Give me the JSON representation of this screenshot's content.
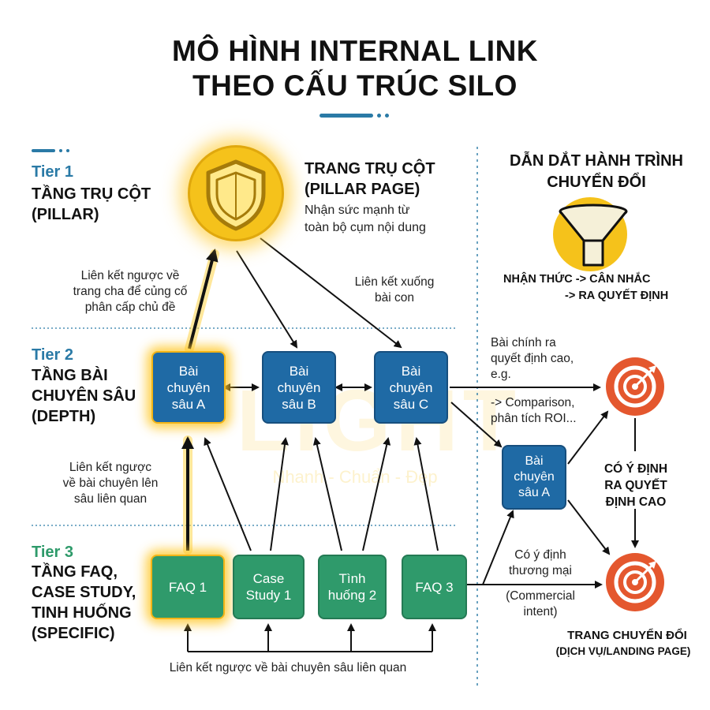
{
  "title": {
    "line1": "MÔ HÌNH INTERNAL LINK",
    "line2": "THEO CẤU TRÚC SILO"
  },
  "watermark": {
    "brand": "LIGHT",
    "tagline": "Nhanh - Chuẩn - Đẹp"
  },
  "tiers": [
    {
      "num": "Tier 1",
      "name_lines": [
        "TẦNG TRỤ CỘT",
        "(PILLAR)"
      ]
    },
    {
      "num": "Tier 2",
      "name_lines": [
        "TẦNG BÀI",
        "CHUYÊN SÂU",
        "(DEPTH)"
      ]
    },
    {
      "num": "Tier 3",
      "name_lines": [
        "TẦNG FAQ,",
        "CASE STUDY,",
        "TINH HUỐNG",
        "(SPECIFIC)"
      ]
    }
  ],
  "pillar": {
    "icon": "shield-icon",
    "title_lines": [
      "TRANG TRỤ CỘT",
      "(PILLAR PAGE)"
    ],
    "desc_lines": [
      "Nhận sức mạnh từ",
      "toàn bộ cụm nội dung"
    ]
  },
  "notes": {
    "back_to_pillar": [
      "Liên kết ngược về",
      "trang cha để củng cố",
      "phân cấp chủ đề"
    ],
    "down_links": [
      "Liên kết xuống",
      "bài con"
    ],
    "back_to_depth": [
      "Liên kết ngược",
      "về bài chuyên lên",
      "sâu liên quan"
    ],
    "bottom": "Liên kết ngược về bài chuyên sâu liên quan"
  },
  "depth_boxes": [
    {
      "lines": [
        "Bài",
        "chuyên",
        "sâu A"
      ]
    },
    {
      "lines": [
        "Bài",
        "chuyên",
        "sâu B"
      ]
    },
    {
      "lines": [
        "Bài",
        "chuyên",
        "sâu C"
      ]
    }
  ],
  "specific_boxes": [
    {
      "lines": [
        "FAQ 1"
      ]
    },
    {
      "lines": [
        "Case",
        "Study 1"
      ]
    },
    {
      "lines": [
        "Tình",
        "huống 2"
      ]
    },
    {
      "lines": [
        "FAQ 3"
      ]
    }
  ],
  "conversion": {
    "heading_lines": [
      "DẪN DẮT HÀNH TRÌNH",
      "CHUYỂN ĐỔI"
    ],
    "funnel_icon": "funnel-icon",
    "funnel_lines": [
      "NHẬN THỨC -> CÂN NHẮC",
      "-> RA QUYẾT ĐỊNH"
    ],
    "note_top": [
      "Bài chính ra",
      "quyết định cao,",
      "e.g.",
      "",
      "-> Comparison,",
      "phân tích ROI..."
    ],
    "mid_box_lines": [
      "Bài",
      "chuyên",
      "sâu A"
    ],
    "intent_high": [
      "CÓ Ý ĐỊNH",
      "RA QUYẾT",
      "ĐỊNH CAO"
    ],
    "note_commercial": [
      "Có ý định",
      "thương mại"
    ],
    "note_commercial_en": [
      "(Commercial",
      "intent)"
    ],
    "target_icon": "target-icon",
    "dest_lines": [
      "TRANG CHUYỂN ĐỔI",
      "(DỊCH VỤ/LANDING PAGE)"
    ]
  },
  "colors": {
    "blue": "#1f6aa5",
    "green": "#2f9a6b",
    "gold": "#f5c21b",
    "red": "#e4572e",
    "tier_blue": "#2a7aa6",
    "tier_green": "#2e9a6a"
  }
}
